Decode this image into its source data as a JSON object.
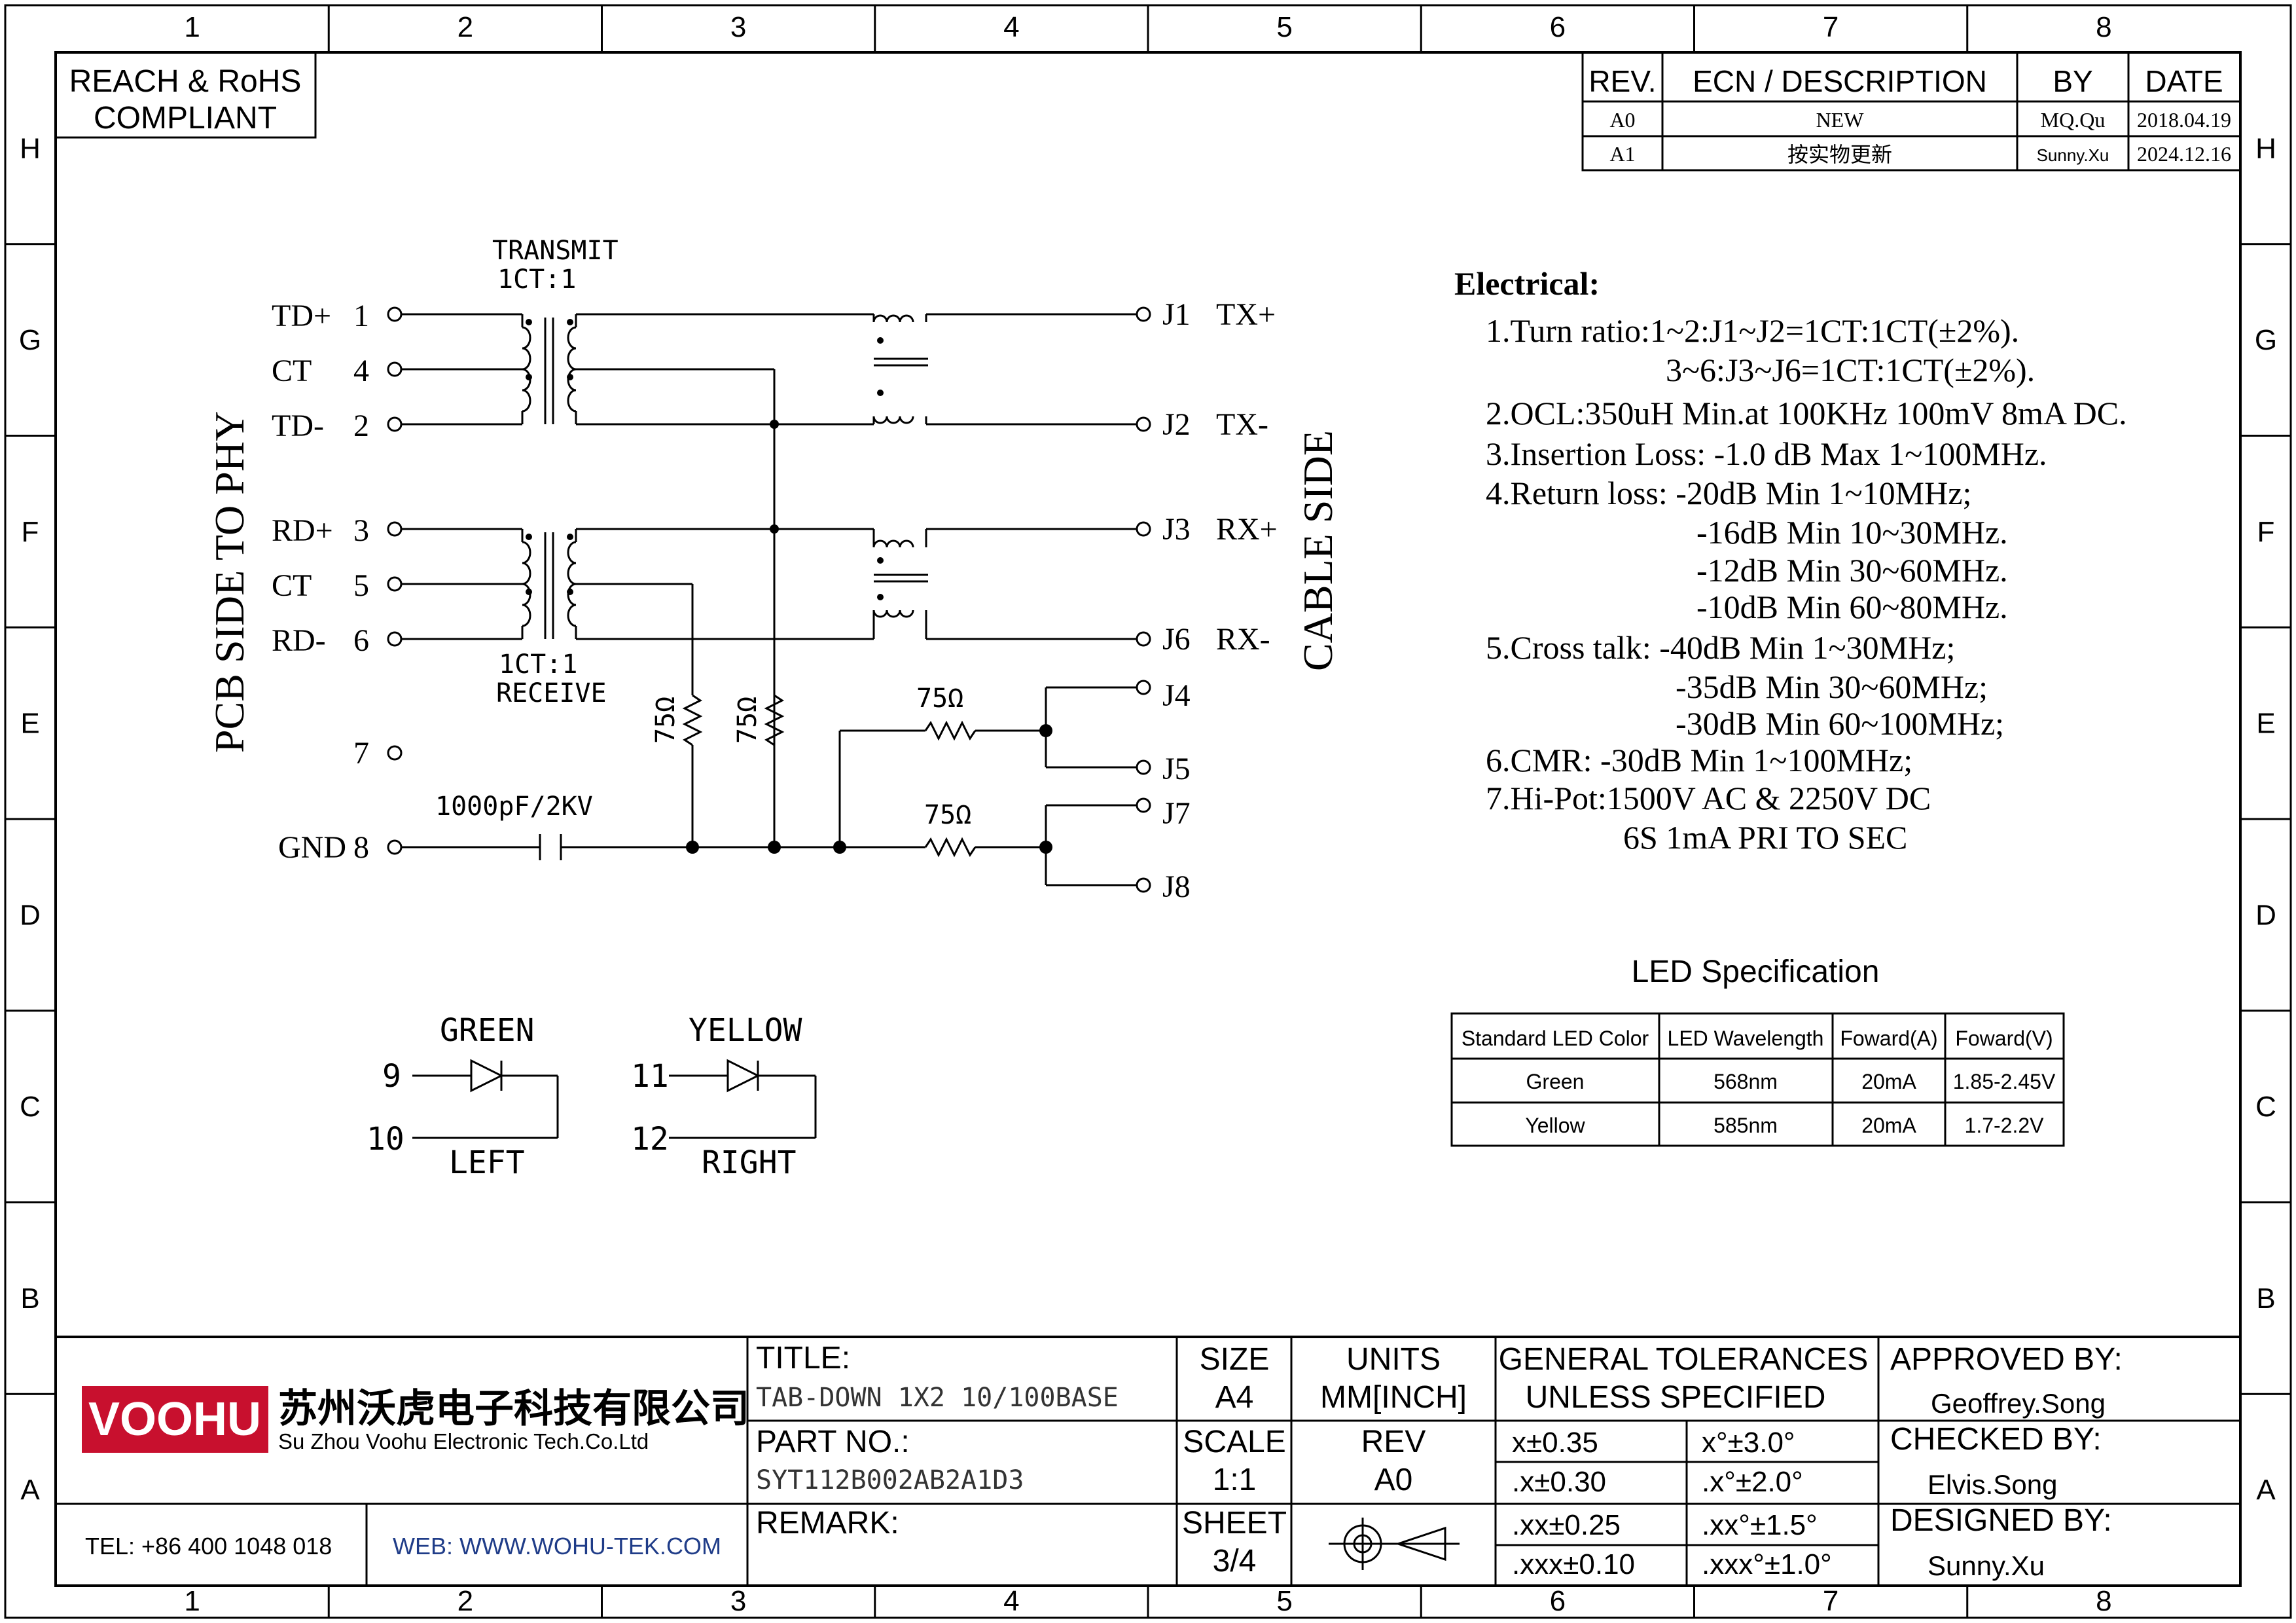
{
  "frame": {
    "col_labels": [
      "1",
      "2",
      "3",
      "4",
      "5",
      "6",
      "7",
      "8"
    ],
    "row_labels": [
      "H",
      "G",
      "F",
      "E",
      "D",
      "C",
      "B",
      "A"
    ]
  },
  "compliance": {
    "line1": "REACH & RoHS",
    "line2": "COMPLIANT"
  },
  "revision_table": {
    "headers": [
      "REV.",
      "ECN / DESCRIPTION",
      "BY",
      "DATE"
    ],
    "rows": [
      [
        "A0",
        "NEW",
        "MQ.Qu",
        "2018.04.19"
      ],
      [
        "A1",
        "按实物更新",
        "Sunny.Xu",
        "2024.12.16"
      ]
    ]
  },
  "schematic": {
    "side_left": "PCB SIDE TO PHY",
    "side_right": "CABLE SIDE",
    "transmit_label": "TRANSMIT",
    "transmit_ratio": "1CT:1",
    "receive_ratio": "1CT:1",
    "receive_label": "RECEIVE",
    "left_pins": [
      {
        "name": "TD+",
        "num": "1"
      },
      {
        "name": "CT",
        "num": "4"
      },
      {
        "name": "TD-",
        "num": "2"
      },
      {
        "name": "RD+",
        "num": "3"
      },
      {
        "name": "CT",
        "num": "5"
      },
      {
        "name": "RD-",
        "num": "6"
      },
      {
        "name": "",
        "num": "7"
      },
      {
        "name": "GND",
        "num": "8"
      }
    ],
    "right_pins": [
      {
        "id": "J1",
        "name": "TX+"
      },
      {
        "id": "J2",
        "name": "TX-"
      },
      {
        "id": "J3",
        "name": "RX+"
      },
      {
        "id": "J6",
        "name": "RX-"
      },
      {
        "id": "J4",
        "name": ""
      },
      {
        "id": "J5",
        "name": ""
      },
      {
        "id": "J7",
        "name": ""
      },
      {
        "id": "J8",
        "name": ""
      }
    ],
    "resistor_value": "75Ω",
    "capacitor_value": "1000pF/2KV"
  },
  "leds": {
    "green": {
      "label": "GREEN",
      "pin_a": "9",
      "pin_b": "10",
      "side": "LEFT"
    },
    "yellow": {
      "label": "YELLOW",
      "pin_a": "11",
      "pin_b": "12",
      "side": "RIGHT"
    }
  },
  "electrical": {
    "title": "Electrical:",
    "lines": [
      "1.Turn ratio:1~2:J1~J2=1CT:1CT(±2%).",
      "3~6:J3~J6=1CT:1CT(±2%).",
      "2.OCL:350uH Min.at 100KHz 100mV 8mA DC.",
      "3.Insertion Loss: -1.0 dB Max 1~100MHz.",
      "4.Return loss: -20dB Min 1~10MHz;",
      "-16dB Min 10~30MHz.",
      "-12dB Min 30~60MHz.",
      "-10dB Min 60~80MHz.",
      "5.Cross talk: -40dB Min 1~30MHz;",
      "-35dB Min 30~60MHz;",
      "-30dB Min 60~100MHz;",
      "6.CMR: -30dB Min 1~100MHz;",
      "7.Hi-Pot:1500V AC & 2250V DC",
      "6S 1mA PRI TO SEC"
    ]
  },
  "led_spec": {
    "title": "LED Specification",
    "headers": [
      "Standard LED Color",
      "LED Wavelength",
      "Foward(A)",
      "Foward(V)"
    ],
    "rows": [
      [
        "Green",
        "568nm",
        "20mA",
        "1.85-2.45V"
      ],
      [
        "Yellow",
        "585nm",
        "20mA",
        "1.7-2.2V"
      ]
    ]
  },
  "title_block": {
    "logo_text": "VOOHU",
    "company_cn": "苏州沃虎电子科技有限公司",
    "company_en": "Su Zhou Voohu Electronic Tech.Co.Ltd",
    "tel": "TEL: +86 400 1048 018",
    "web": "WEB: WWW.WOHU-TEK.COM",
    "title_label": "TITLE:",
    "title_value": "TAB-DOWN 1X2 10/100BASE",
    "part_label": "PART NO.:",
    "part_value": "SYT112B002AB2A1D3",
    "remark_label": "REMARK:",
    "size_label": "SIZE",
    "size_value": "A4",
    "units_label": "UNITS",
    "units_value": "MM[INCH]",
    "scale_label": "SCALE",
    "scale_value": "1:1",
    "rev_label": "REV",
    "rev_value": "A0",
    "sheet_label": "SHEET",
    "sheet_value": "3/4",
    "tol_title1": "GENERAL TOLERANCES",
    "tol_title2": "UNLESS SPECIFIED",
    "tolerances": [
      [
        "x±0.35",
        "x°±3.0°"
      ],
      [
        ".x±0.30",
        ".x°±2.0°"
      ],
      [
        ".xx±0.25",
        ".xx°±1.5°"
      ],
      [
        ".xxx±0.10",
        ".xxx°±1.0°"
      ]
    ],
    "approved_label": "APPROVED BY:",
    "approved_value": "Geoffrey.Song",
    "checked_label": "CHECKED BY:",
    "checked_value": "Elvis.Song",
    "designed_label": "DESIGNED BY:",
    "designed_value": "Sunny.Xu"
  },
  "colors": {
    "line": "#000000",
    "logo_red": "#c8102e",
    "web_blue": "#1f3c88"
  }
}
